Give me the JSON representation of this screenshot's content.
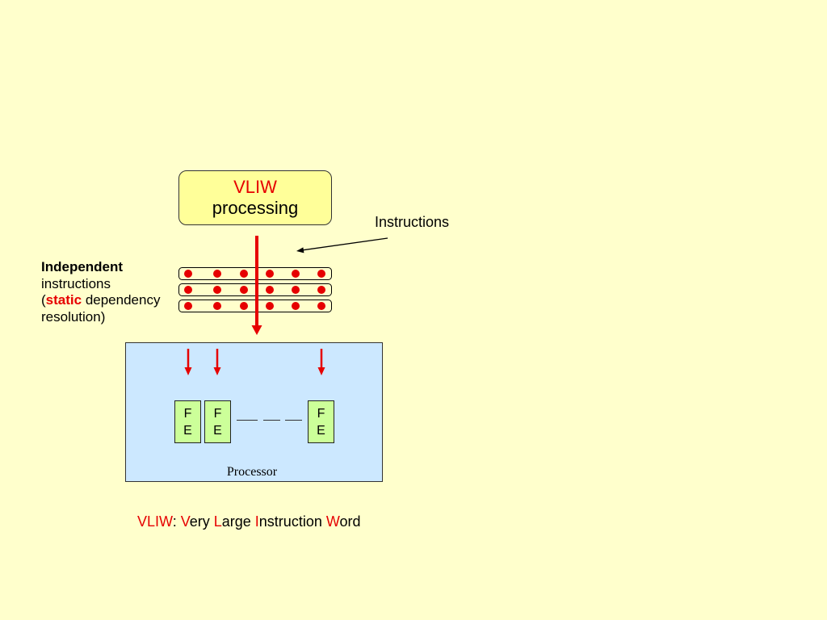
{
  "colors": {
    "background": "#FFFFCC",
    "accent_red": "#E60000",
    "title_box_fill": "#FFFF99",
    "processor_fill": "#CCE8FF",
    "unit_fill": "#CCFF99"
  },
  "title_box": {
    "line1": "VLIW",
    "line2": "processing"
  },
  "instructions_label": "Instructions",
  "side_note": {
    "heading": "Independent",
    "line2": "instructions",
    "line3_open": "(",
    "line3_keyword": "static",
    "line3_rest": " dependency",
    "line4": "resolution)"
  },
  "processor": {
    "label": "Processor",
    "units": [
      {
        "line1": "F",
        "line2": "E"
      },
      {
        "line1": "F",
        "line2": "E"
      },
      {
        "line1": "F",
        "line2": "E"
      }
    ]
  },
  "footer": {
    "segments": [
      "VLIW",
      ": ",
      "V",
      "ery ",
      "L",
      "arge ",
      "I",
      "nstruction ",
      "W",
      "ord"
    ]
  }
}
